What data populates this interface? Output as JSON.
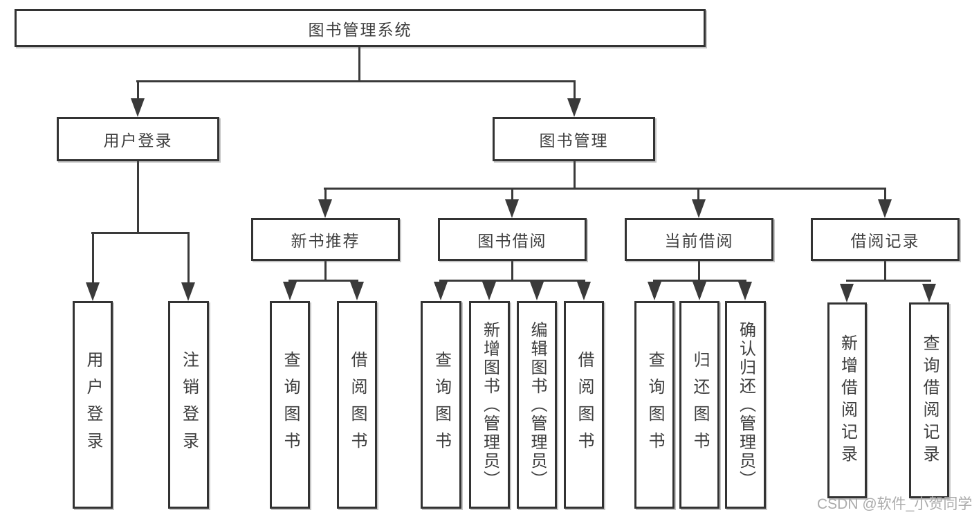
{
  "tree": {
    "root": "图书管理系统",
    "branches": {
      "login": {
        "label": "用户登录",
        "children": [
          "用户登录",
          "注销登录"
        ]
      },
      "mgmt": {
        "label": "图书管理"
      }
    },
    "sections": {
      "newbook": {
        "label": "新书推荐",
        "children": [
          "查询图书",
          "借阅图书"
        ]
      },
      "borrow": {
        "label": "图书借阅",
        "children": [
          "查询图书",
          "新增图书（管理员）",
          "编辑图书（管理员）",
          "借阅图书"
        ]
      },
      "current": {
        "label": "当前借阅",
        "children": [
          "查询图书",
          "归还图书",
          "确认归还（管理员）"
        ]
      },
      "record": {
        "label": "借阅记录",
        "children": [
          "新增借阅记录",
          "查询借阅记录"
        ]
      }
    },
    "watermark": "CSDN @软件_小贺同学"
  },
  "colors": {
    "line": "#3a3a3a",
    "border": "#333333",
    "text": "#3e3e3e",
    "watermark": "#ababab",
    "bg": "#ffffff",
    "box_fill": "#ffffff"
  }
}
